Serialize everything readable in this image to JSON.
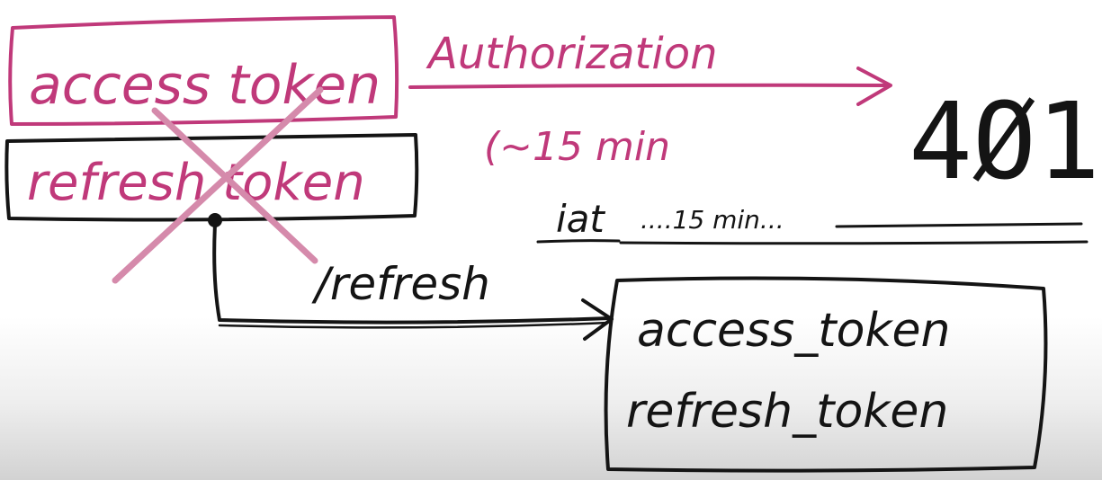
{
  "colors": {
    "magenta": "#c0397a",
    "ink": "#141414",
    "cross": "#d58aab"
  },
  "old_tokens": {
    "access": "access token",
    "refresh": "refresh token"
  },
  "arrow_label": "Authorization",
  "duration_label": "(~15 min",
  "status_code": "4Ø1",
  "iat_label": "iat",
  "window_label": "....15 min...",
  "endpoint_label": "/refresh",
  "new_tokens": {
    "access": "access_token",
    "refresh": "refresh_token"
  }
}
